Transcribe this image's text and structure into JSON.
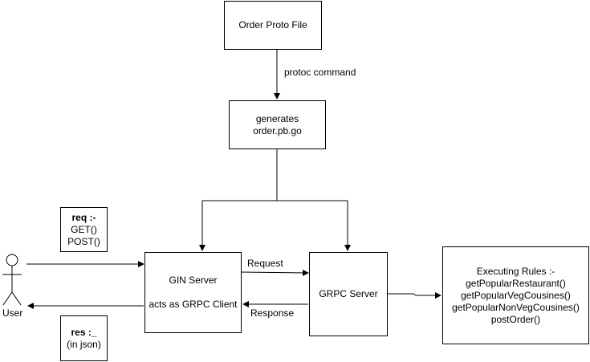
{
  "nodes": {
    "proto_file": "Order Proto File",
    "generates": [
      "generates",
      "order.pb.go"
    ],
    "gin_server": [
      "GIN Server",
      "acts as GRPC Client"
    ],
    "grpc_server": "GRPC Server",
    "rules": [
      "Executing Rules :-",
      "getPopularRestaurant()",
      "getPopularVegCousines()",
      "getPopularNonVegCousines()",
      "postOrder()"
    ],
    "req_note": {
      "title": "req :-",
      "lines": [
        "GET()",
        "POST()"
      ]
    },
    "res_note": {
      "title": "res :_",
      "lines": [
        "(in json)"
      ]
    }
  },
  "edges": {
    "protoc": "protoc command",
    "request": "Request",
    "response": "Response"
  },
  "actor": {
    "label": "User"
  }
}
